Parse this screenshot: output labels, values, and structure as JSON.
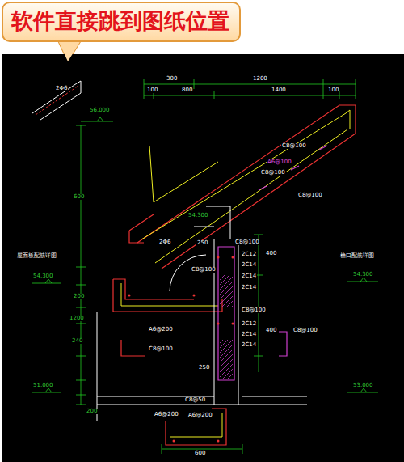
{
  "diagram": {
    "nodes": [
      {
        "text": [
          "软件直接跳到图纸位置"
        ]
      }
    ],
    "labels": [
      "2Φ6",
      "300",
      "1200",
      "100",
      "800",
      "1400",
      "100",
      "56.000",
      "C8@100",
      "A6@100",
      "C8@100",
      "C8@100",
      "54.300",
      "2Φ6",
      "250",
      "C8@100",
      "2C12",
      "2C14",
      "2C14",
      "2C14",
      "400",
      "C8@100",
      "2C12",
      "2C14",
      "2C14",
      "400",
      "C8@100",
      "屋面板配筋详图",
      "檐口配筋详图",
      "54.300",
      "54.300",
      "600",
      "200",
      "1200",
      "240",
      "C8@100",
      "A6@200",
      "C8@100",
      "51.000",
      "53.000",
      "C8@50",
      "A6@200",
      "A6@200",
      "600",
      "250",
      "200"
    ]
  }
}
